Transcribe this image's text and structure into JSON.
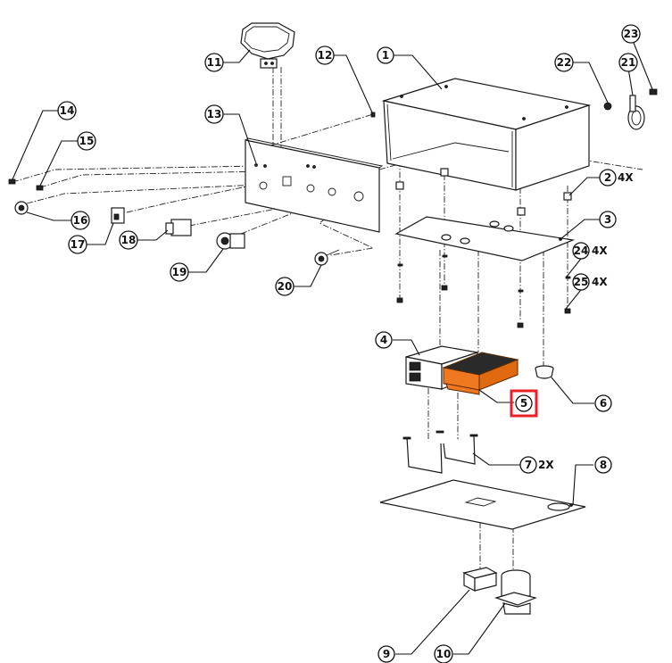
{
  "diagram": {
    "title": "Exploded parts diagram - control enclosure assembly",
    "highlight_color": "#e8202a",
    "highlighted_part_color": "#f07820",
    "highlighted_callout": "5",
    "callouts": [
      {
        "id": "1",
        "label": "1",
        "qty": ""
      },
      {
        "id": "2",
        "label": "2",
        "qty": "4X"
      },
      {
        "id": "3",
        "label": "3",
        "qty": ""
      },
      {
        "id": "4",
        "label": "4",
        "qty": ""
      },
      {
        "id": "5",
        "label": "5",
        "qty": ""
      },
      {
        "id": "6",
        "label": "6",
        "qty": ""
      },
      {
        "id": "7",
        "label": "7",
        "qty": "2X"
      },
      {
        "id": "8",
        "label": "8",
        "qty": ""
      },
      {
        "id": "9",
        "label": "9",
        "qty": ""
      },
      {
        "id": "10",
        "label": "10",
        "qty": ""
      },
      {
        "id": "11",
        "label": "11",
        "qty": ""
      },
      {
        "id": "12",
        "label": "12",
        "qty": ""
      },
      {
        "id": "13",
        "label": "13",
        "qty": ""
      },
      {
        "id": "14",
        "label": "14",
        "qty": ""
      },
      {
        "id": "15",
        "label": "15",
        "qty": ""
      },
      {
        "id": "16",
        "label": "16",
        "qty": ""
      },
      {
        "id": "17",
        "label": "17",
        "qty": ""
      },
      {
        "id": "18",
        "label": "18",
        "qty": ""
      },
      {
        "id": "19",
        "label": "19",
        "qty": ""
      },
      {
        "id": "20",
        "label": "20",
        "qty": ""
      },
      {
        "id": "21",
        "label": "21",
        "qty": ""
      },
      {
        "id": "22",
        "label": "22",
        "qty": ""
      },
      {
        "id": "23",
        "label": "23",
        "qty": ""
      },
      {
        "id": "24",
        "label": "24",
        "qty": "4X"
      },
      {
        "id": "25",
        "label": "25",
        "qty": "4X"
      }
    ]
  }
}
